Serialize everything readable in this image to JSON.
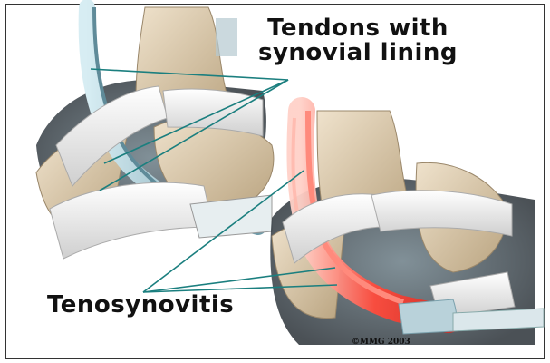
{
  "labels": {
    "top_line1": "Tendons with",
    "top_line2": "synovial lining",
    "bottom": "Tenosynovitis"
  },
  "copyright": "©MMG 2003",
  "colors": {
    "bone": "#d9c6a6",
    "ligament": "#f1f1f1",
    "tendon": "#a9c8d2",
    "inflamed": "#e84a3c",
    "leader": "#1b7f7f"
  }
}
